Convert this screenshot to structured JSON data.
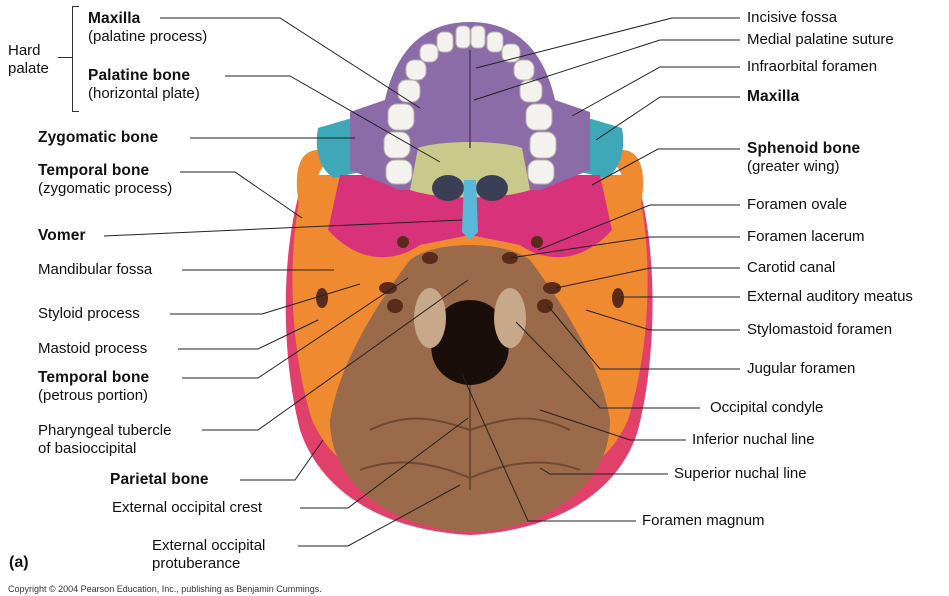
{
  "figure_tag": "(a)",
  "copyright": "Copyright © 2004 Pearson Education, Inc., publishing as Benjamin Cummings.",
  "colors": {
    "maxilla": "#8b6ba8",
    "palatine": "#c8c98a",
    "zygomatic": "#3fa8b8",
    "sphenoid": "#d8337a",
    "temporal": "#f08a30",
    "occipital": "#9a6a4a",
    "parietal": "#e0406a",
    "vomer": "#5ab8d8",
    "teeth": "#f4f2ee"
  },
  "left_labels": {
    "hard_palate": "Hard palate",
    "maxilla_title": "Maxilla",
    "maxilla_sub": "(palatine process)",
    "palatine_title": "Palatine bone",
    "palatine_sub": "(horizontal plate)",
    "zygomatic": "Zygomatic bone",
    "temporal_zyg_title": "Temporal bone",
    "temporal_zyg_sub": "(zygomatic process)",
    "vomer": "Vomer",
    "mandibular_fossa": "Mandibular fossa",
    "styloid": "Styloid process",
    "mastoid": "Mastoid process",
    "temporal_pet_title": "Temporal bone",
    "temporal_pet_sub": "(petrous portion)",
    "pharyngeal_1": "Pharyngeal tubercle",
    "pharyngeal_2": "of basioccipital",
    "parietal": "Parietal bone",
    "ext_occ_crest": "External occipital crest",
    "ext_occ_prot_1": "External occipital",
    "ext_occ_prot_2": "protuberance"
  },
  "right_labels": {
    "incisive_fossa": "Incisive fossa",
    "medial_palatine": "Medial palatine suture",
    "infraorbital": "Infraorbital foramen",
    "maxilla": "Maxilla",
    "sphenoid_title": "Sphenoid bone",
    "sphenoid_sub": "(greater wing)",
    "foramen_ovale": "Foramen ovale",
    "foramen_lacerum": "Foramen lacerum",
    "carotid": "Carotid canal",
    "ext_auditory": "External auditory meatus",
    "stylomastoid": "Stylomastoid foramen",
    "jugular": "Jugular foramen",
    "occ_condyle": "Occipital condyle",
    "inf_nuchal": "Inferior nuchal line",
    "sup_nuchal": "Superior nuchal line",
    "foramen_magnum": "Foramen magnum"
  }
}
